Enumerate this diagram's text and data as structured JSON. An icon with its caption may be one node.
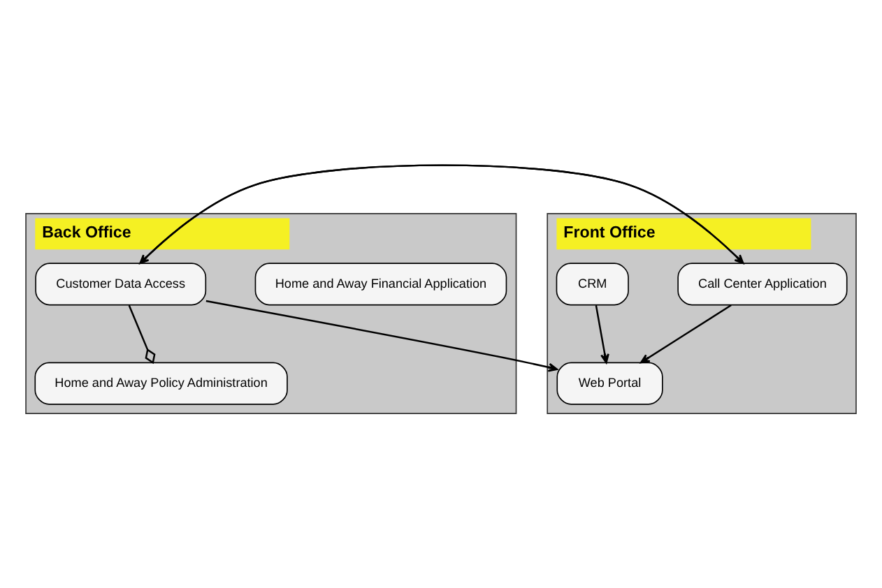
{
  "diagram": {
    "nodes": [
      {
        "text": [
          "Back Office"
        ]
      },
      {
        "text": [
          "Home and Away Financial Application"
        ],
        "in": 0
      },
      {
        "text": [
          "Customer Data Access"
        ],
        "in": 0
      },
      {
        "text": [
          "Home and Away Policy Administration"
        ],
        "in": 0
      },
      {
        "text": [
          "Front Office"
        ]
      },
      {
        "text": [
          "Call Center Application"
        ],
        "in": 4
      },
      {
        "text": [
          "Web Portal"
        ],
        "in": 4
      },
      {
        "text": [
          "CRM"
        ],
        "in": 4
      }
    ],
    "edges": [
      {
        "from": 5,
        "to": 2,
        "arrow": "to"
      },
      {
        "from": 2,
        "to": 5,
        "arrow": "to"
      },
      {
        "from": 2,
        "to": 6,
        "arrow": "to"
      },
      {
        "from": 2,
        "to": 3,
        "arrow": "other"
      },
      {
        "from": 5,
        "to": 6,
        "arrow": "to"
      },
      {
        "from": 7,
        "to": 6,
        "arrow": "to"
      }
    ]
  }
}
